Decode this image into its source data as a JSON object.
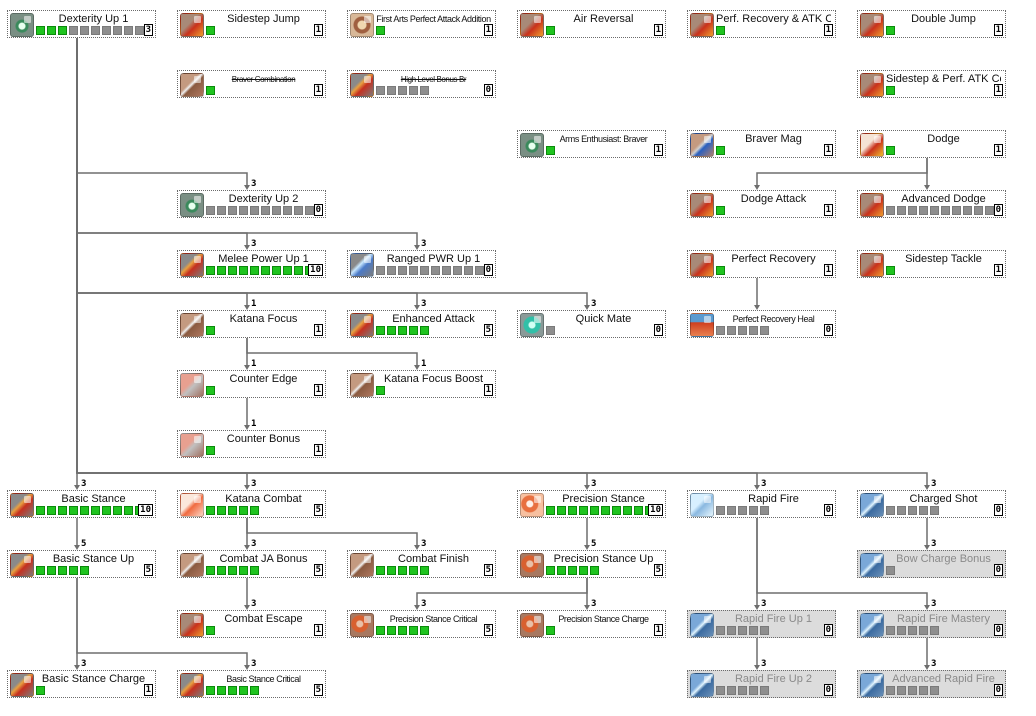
{
  "colors": {
    "unlocked_bar": "#1fc41f",
    "empty_bar": "#8e8e8e",
    "connector": "#6e6e6e",
    "locked_bg": "#dcdcdc"
  },
  "nodes": [
    {
      "id": "dex1",
      "title": "Dexterity Up 1",
      "max": 10,
      "level": 3,
      "icon": "dexterity-icon"
    },
    {
      "id": "sidejump",
      "title": "Sidestep Jump",
      "max": 1,
      "level": 1,
      "icon": "boot-icon"
    },
    {
      "id": "firstarts",
      "title": "First Arts Perfect Attack Addition",
      "max": 1,
      "level": 1,
      "icon": "arts-icon",
      "small": true
    },
    {
      "id": "airrev",
      "title": "Air Reversal",
      "max": 1,
      "level": 1,
      "icon": "boot-icon"
    },
    {
      "id": "perfrec_atk",
      "title": "Perf. Recovery & ATK Combo",
      "max": 1,
      "level": 1,
      "icon": "boot-icon"
    },
    {
      "id": "doublejump",
      "title": "Double Jump",
      "max": 1,
      "level": 1,
      "icon": "boot-icon"
    },
    {
      "id": "bravercombo",
      "title": "Braver Combination",
      "max": 1,
      "level": 1,
      "icon": "katana-icon",
      "strike": true
    },
    {
      "id": "highlevel",
      "title": "High Level Bonus Br",
      "max": 5,
      "level": 0,
      "icon": "sword-icon",
      "strike": true
    },
    {
      "id": "sidestep_atk",
      "title": "Sidestep & Perf. ATK Combo",
      "max": 1,
      "level": 1,
      "icon": "boot-icon"
    },
    {
      "id": "arms",
      "title": "Arms Enthusiast: Braver",
      "max": 1,
      "level": 1,
      "icon": "dexterity-icon",
      "small": true
    },
    {
      "id": "bravermag",
      "title": "Braver Mag",
      "max": 1,
      "level": 1,
      "icon": "mag-icon"
    },
    {
      "id": "dodge",
      "title": "Dodge",
      "max": 1,
      "level": 1,
      "icon": "boot-light-icon"
    },
    {
      "id": "dex2",
      "title": "Dexterity Up 2",
      "max": 10,
      "level": 0,
      "icon": "dexterity-icon"
    },
    {
      "id": "dodgeatk",
      "title": "Dodge Attack",
      "max": 1,
      "level": 1,
      "icon": "boot-icon"
    },
    {
      "id": "advdodge",
      "title": "Advanced Dodge",
      "max": 10,
      "level": 0,
      "icon": "boot-icon"
    },
    {
      "id": "melee1",
      "title": "Melee Power Up 1",
      "max": 10,
      "level": 10,
      "icon": "sword-icon"
    },
    {
      "id": "ranged1",
      "title": "Ranged PWR Up 1",
      "max": 10,
      "level": 0,
      "icon": "ranged-icon"
    },
    {
      "id": "perfrec",
      "title": "Perfect Recovery",
      "max": 1,
      "level": 1,
      "icon": "boot-icon"
    },
    {
      "id": "sidetackle",
      "title": "Sidestep Tackle",
      "max": 1,
      "level": 1,
      "icon": "boot-icon"
    },
    {
      "id": "katanafocus",
      "title": "Katana Focus",
      "max": 1,
      "level": 1,
      "icon": "katana-icon"
    },
    {
      "id": "enhatk",
      "title": "Enhanced Attack",
      "max": 5,
      "level": 5,
      "icon": "sword-icon"
    },
    {
      "id": "quickmate",
      "title": "Quick Mate",
      "max": 1,
      "level": 0,
      "icon": "mate-icon"
    },
    {
      "id": "perfrecheal",
      "title": "Perfect Recovery Heal",
      "max": 5,
      "level": 0,
      "icon": "hp-icon",
      "small": true
    },
    {
      "id": "counteredge",
      "title": "Counter Edge",
      "max": 1,
      "level": 1,
      "icon": "counter-icon"
    },
    {
      "id": "kfboost",
      "title": "Katana Focus Boost",
      "max": 1,
      "level": 1,
      "icon": "katana-icon"
    },
    {
      "id": "counterbonus",
      "title": "Counter Bonus",
      "max": 1,
      "level": 1,
      "icon": "counter-icon"
    },
    {
      "id": "basicstance",
      "title": "Basic Stance",
      "max": 10,
      "level": 10,
      "icon": "sword-icon"
    },
    {
      "id": "katanacombat",
      "title": "Katana Combat",
      "max": 5,
      "level": 5,
      "icon": "katana-light-icon"
    },
    {
      "id": "precstance",
      "title": "Precision Stance",
      "max": 10,
      "level": 10,
      "icon": "precision-icon"
    },
    {
      "id": "rapidfire",
      "title": "Rapid Fire",
      "max": 5,
      "level": 0,
      "icon": "bow-light-icon"
    },
    {
      "id": "chargedshot",
      "title": "Charged Shot",
      "max": 5,
      "level": 0,
      "icon": "bow-icon"
    },
    {
      "id": "basicup",
      "title": "Basic Stance Up",
      "max": 5,
      "level": 5,
      "icon": "sword-icon"
    },
    {
      "id": "combatja",
      "title": "Combat JA Bonus",
      "max": 5,
      "level": 5,
      "icon": "katana-icon"
    },
    {
      "id": "combatfinish",
      "title": "Combat Finish",
      "max": 5,
      "level": 5,
      "icon": "katana-icon"
    },
    {
      "id": "precup",
      "title": "Precision Stance Up",
      "max": 5,
      "level": 5,
      "icon": "precision-dark-icon"
    },
    {
      "id": "bowcharge",
      "title": "Bow Charge Bonus",
      "max": 1,
      "level": 0,
      "icon": "bow-icon",
      "locked": true
    },
    {
      "id": "combatescape",
      "title": "Combat Escape",
      "max": 1,
      "level": 1,
      "icon": "boot-icon"
    },
    {
      "id": "preccrit",
      "title": "Precision Stance Critical",
      "max": 5,
      "level": 5,
      "icon": "precision-dark-icon",
      "small": true
    },
    {
      "id": "preccharge",
      "title": "Precision Stance Charge",
      "max": 1,
      "level": 1,
      "icon": "precision-dark-icon",
      "small": true
    },
    {
      "id": "rf1",
      "title": "Rapid Fire Up 1",
      "max": 5,
      "level": 0,
      "icon": "bow-icon",
      "locked": true
    },
    {
      "id": "rfmastery",
      "title": "Rapid Fire Mastery",
      "max": 5,
      "level": 0,
      "icon": "bow-icon",
      "locked": true
    },
    {
      "id": "basiccharge",
      "title": "Basic Stance Charge",
      "max": 1,
      "level": 1,
      "icon": "sword-icon"
    },
    {
      "id": "basiccrit",
      "title": "Basic Stance Critical",
      "max": 5,
      "level": 5,
      "icon": "sword-icon",
      "small": true
    },
    {
      "id": "rf2",
      "title": "Rapid Fire Up 2",
      "max": 5,
      "level": 0,
      "icon": "bow-icon",
      "locked": true
    },
    {
      "id": "advrf",
      "title": "Advanced Rapid Fire",
      "max": 5,
      "level": 0,
      "icon": "bow-icon",
      "locked": true
    }
  ],
  "edges": [
    {
      "from": "dex1",
      "to": "dex2",
      "req": "3"
    },
    {
      "from": "dex1",
      "to": "melee1",
      "req": "3"
    },
    {
      "from": "dex1",
      "to": "ranged1",
      "req": "3"
    },
    {
      "from": "dex1",
      "to": "katanafocus",
      "req": "1"
    },
    {
      "from": "dex1",
      "to": "enhatk",
      "req": "3"
    },
    {
      "from": "dex1",
      "to": "quickmate",
      "req": "3"
    },
    {
      "from": "dex1",
      "to": "basicstance",
      "req": "3"
    },
    {
      "from": "dex1",
      "to": "katanacombat",
      "req": "3"
    },
    {
      "from": "dex1",
      "to": "precstance",
      "req": "3"
    },
    {
      "from": "dex1",
      "to": "rapidfire",
      "req": "3"
    },
    {
      "from": "dex1",
      "to": "chargedshot",
      "req": "3"
    },
    {
      "from": "katanafocus",
      "to": "counteredge",
      "req": "1"
    },
    {
      "from": "katanafocus",
      "to": "kfboost",
      "req": "1"
    },
    {
      "from": "counteredge",
      "to": "counterbonus",
      "req": "1"
    },
    {
      "from": "dodge",
      "to": "dodgeatk",
      "req": ""
    },
    {
      "from": "dodge",
      "to": "advdodge",
      "req": ""
    },
    {
      "from": "perfrec",
      "to": "perfrecheal",
      "req": ""
    },
    {
      "from": "basicstance",
      "to": "basicup",
      "req": "5"
    },
    {
      "from": "katanacombat",
      "to": "combatja",
      "req": "3"
    },
    {
      "from": "katanacombat",
      "to": "combatfinish",
      "req": "3"
    },
    {
      "from": "combatja",
      "to": "combatescape",
      "req": "3"
    },
    {
      "from": "basicup",
      "to": "basiccharge",
      "req": "3"
    },
    {
      "from": "basicup",
      "to": "basiccrit",
      "req": "3"
    },
    {
      "from": "precstance",
      "to": "precup",
      "req": "5"
    },
    {
      "from": "precup",
      "to": "preccrit",
      "req": "3"
    },
    {
      "from": "precup",
      "to": "preccharge",
      "req": "3"
    },
    {
      "from": "rapidfire",
      "to": "rf1",
      "req": "3"
    },
    {
      "from": "rapidfire",
      "to": "rfmastery",
      "req": "3"
    },
    {
      "from": "chargedshot",
      "to": "bowcharge",
      "req": "3"
    },
    {
      "from": "rf1",
      "to": "rf2",
      "req": "3"
    },
    {
      "from": "rfmastery",
      "to": "advrf",
      "req": "3"
    }
  ]
}
